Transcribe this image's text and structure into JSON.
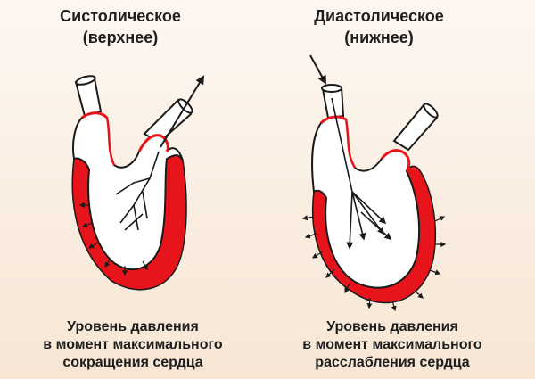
{
  "left": {
    "title_line1": "Систолическое",
    "title_line2": "(верхнее)",
    "caption_line1": "Уровень давления",
    "caption_line2": "в момент максимального",
    "caption_line3": "сокращения сердца"
  },
  "right": {
    "title_line1": "Диастолическое",
    "title_line2": "(нижнее)",
    "caption_line1": "Уровень давления",
    "caption_line2": "в момент максимального",
    "caption_line3": "расслабления сердца"
  },
  "colors": {
    "heart_wall": "#e8141b",
    "outline": "#1a1a1a",
    "background_top": "#fdf7f1",
    "background_bottom": "#f7e6d4"
  }
}
